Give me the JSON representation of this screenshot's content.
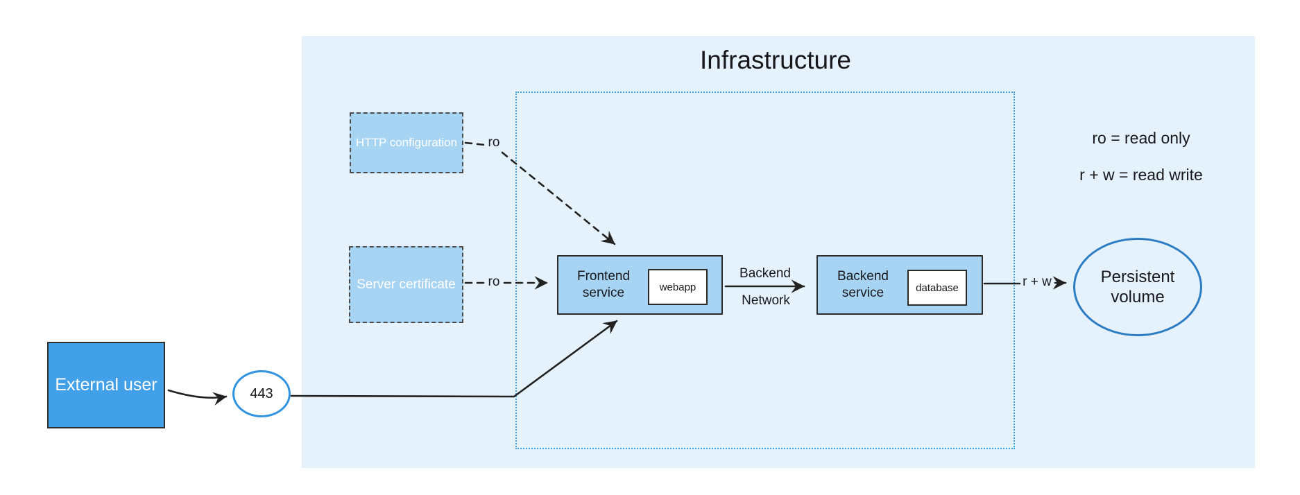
{
  "title": "Infrastructure",
  "legend": {
    "read_only": "ro = read only",
    "read_write": "r + w = read write"
  },
  "nodes": {
    "external_user": {
      "label": "External user"
    },
    "port": {
      "label": "443"
    },
    "http_config": {
      "label": "HTTP configuration"
    },
    "server_cert": {
      "label": "Server certificate"
    },
    "frontend": {
      "label": "Frontend service",
      "inner": "webapp"
    },
    "backend": {
      "label": "Backend service",
      "inner": "database"
    },
    "persistent_volume": {
      "label": "Persistent volume"
    }
  },
  "edges": {
    "http_config_mode": "ro",
    "server_cert_mode": "ro",
    "frontend_backend_label_top": "Backend",
    "frontend_backend_label_bottom": "Network",
    "volume_mode": "r + w"
  },
  "colors": {
    "region_bg": "#e5f2fc",
    "node_fill": "#a8d4f4",
    "external_user_fill": "#42a0e8",
    "dotted_border": "#3aa2de",
    "circle_border": "#2f93e0",
    "ellipse_border": "#2c7cc4",
    "wire": "#212121",
    "text_dark": "#18181c",
    "text_light": "#ffffff"
  }
}
